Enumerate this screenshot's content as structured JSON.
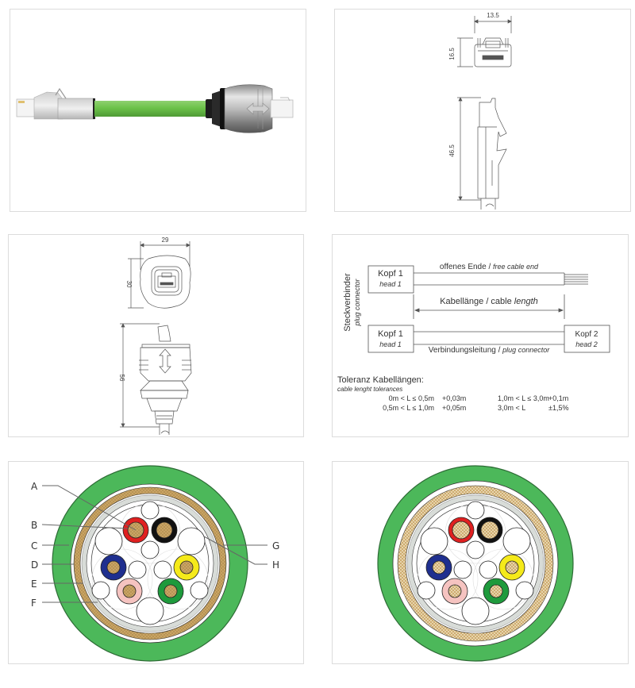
{
  "panels": {
    "photo": {
      "title": "cable-product-photo"
    },
    "rj45_dims": {
      "width": "13.5",
      "height": "16.5",
      "length": "46.5"
    },
    "m12_dims": {
      "width": "29",
      "height": "30",
      "length": "56"
    },
    "schematic": {
      "side_label_de": "Steckverbinder",
      "side_label_en": "plug connector",
      "top": {
        "head_de": "Kopf 1",
        "head_en": "head 1",
        "cable_de": "offenes Ende / ",
        "cable_en": "free cable end"
      },
      "length_label_de": "Kabellänge / cable ",
      "length_label_en": "length",
      "bottom": {
        "head1_de": "Kopf 1",
        "head1_en": "head 1",
        "head2_de": "Kopf 2",
        "head2_en": "head 2",
        "cable_de": "Verbindungsleitung / ",
        "cable_en": "plug connector"
      },
      "tolerance_title_de": "Toleranz Kabellängen:",
      "tolerance_title_en": "cable lenght tolerances",
      "tolerances": [
        {
          "range": "0m < L ≤ 0,5m",
          "value": "+0,03m"
        },
        {
          "range": "0,5m < L ≤ 1,0m",
          "value": "+0,05m"
        },
        {
          "range": "1,0m < L ≤ 3,0m",
          "value": "+0,1m"
        },
        {
          "range": "3,0m < L",
          "value": "±1,5%"
        }
      ]
    },
    "cross_section_labeled": {
      "callouts": [
        "A",
        "B",
        "C",
        "D",
        "E",
        "F",
        "G",
        "H"
      ]
    },
    "cross_section_plain": {}
  },
  "colors": {
    "jacket_green": "#4cb85a",
    "copper": "#c9a465",
    "red": "#e02020",
    "black": "#111111",
    "blue": "#1f2f8f",
    "yellow": "#f5ea1a",
    "pink": "#f5c3c0",
    "green": "#1e9a3c",
    "foil": "#d8dcd8",
    "cable_green": "#6cc24a"
  }
}
